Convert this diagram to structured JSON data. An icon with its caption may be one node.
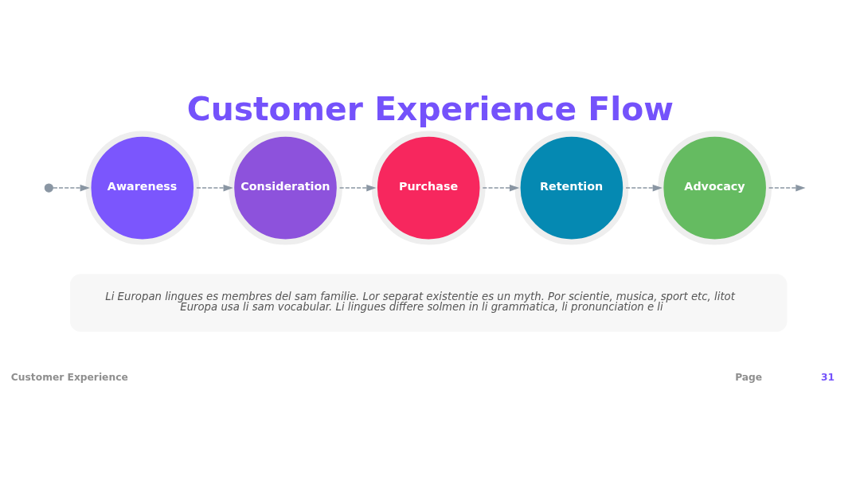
{
  "diagram": {
    "title": "Customer Experience Flow",
    "nodes": [
      {
        "text": [],
        "shape": "circle"
      },
      {
        "text": [
          "Awareness"
        ]
      },
      {
        "text": [
          "Consideration"
        ]
      },
      {
        "text": [
          "Purchase"
        ]
      },
      {
        "text": [
          "Retention"
        ]
      },
      {
        "text": [
          "Advocacy"
        ]
      },
      {
        "text": [
          "Li Europan lingues es membres del sam familie. Lor separat existentie es un myth. Por scientie, musica, sport etc, litot Europa usa li sam vocabular. Li lingues differe solmen in li grammatica, li pronunciation e li"
        ]
      }
    ],
    "edges": [
      {
        "from": 0,
        "to": 1,
        "arrow": "to",
        "style": "dashed"
      },
      {
        "from": 1,
        "to": 2,
        "arrow": "to",
        "style": "dashed"
      },
      {
        "from": 2,
        "to": 3,
        "arrow": "to",
        "style": "dashed"
      },
      {
        "from": 3,
        "to": 4,
        "arrow": "to",
        "style": "dashed"
      },
      {
        "from": 4,
        "to": 5,
        "arrow": "to",
        "style": "dashed"
      },
      {
        "from": 5,
        "to": null,
        "arrow": "to",
        "style": "dashed"
      }
    ],
    "labels": [
      "Customer Experience",
      "Page",
      "31"
    ]
  }
}
